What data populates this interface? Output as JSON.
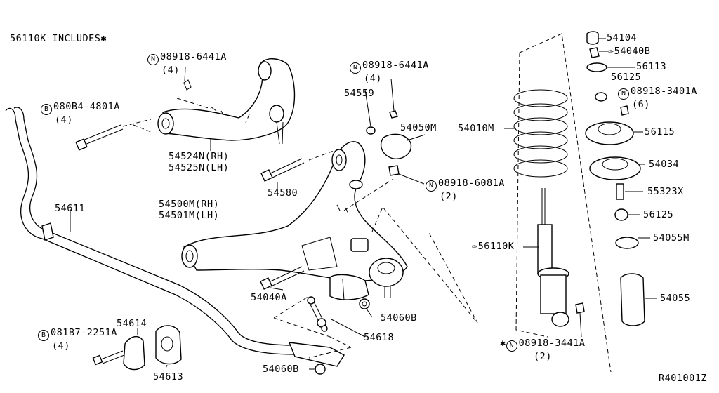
{
  "header_note": "56110K INCLUDES✱",
  "footer_code": "R401001Z",
  "labels": {
    "n_08918_6441a_upper": {
      "prefix": "N",
      "code": "08918-6441A",
      "qty": "(4)"
    },
    "b_080b4_4801a": {
      "prefix": "B",
      "code": "080B4-4801A",
      "qty": "(4)"
    },
    "p_54524n": "54524N(RH)",
    "p_54525n": "54525N(LH)",
    "p_54580": "54580",
    "p_54559": "54559",
    "n_08918_6441a_mid": {
      "prefix": "N",
      "code": "08918-6441A",
      "qty": "(4)"
    },
    "p_54050m": "54050M",
    "n_08918_6081a": {
      "prefix": "N",
      "code": "08918-6081A",
      "qty": "(2)"
    },
    "p_54611": "54611",
    "p_54500m": "54500M(RH)",
    "p_54501m": "54501M(LH)",
    "p_54040a": "54040A",
    "p_54060b_top": "54060B",
    "p_54618": "54618",
    "p_54614": "54614",
    "b_081b7_2251a": {
      "prefix": "B",
      "code": "081B7-2251A",
      "qty": "(4)"
    },
    "p_54613": "54613",
    "p_54060b_bottom": "54060B",
    "p_54010m": "54010M",
    "p_56110k": "✑56110K",
    "n_08918_3441a": {
      "prefix": "N",
      "code": "08918-3441A",
      "star": "✱",
      "qty": "(2)"
    },
    "p_54104": "54104",
    "p_54040b": "✑54040B",
    "p_56113": "56113",
    "p_56125_top": "56125",
    "n_08918_3401a": {
      "prefix": "N",
      "code": "08918-3401A",
      "qty": "(6)"
    },
    "p_56115": "56115",
    "p_54034": "54034",
    "p_55323x": "55323X",
    "p_56125_bottom": "56125",
    "p_54055m": "54055M",
    "p_54055": "54055"
  }
}
